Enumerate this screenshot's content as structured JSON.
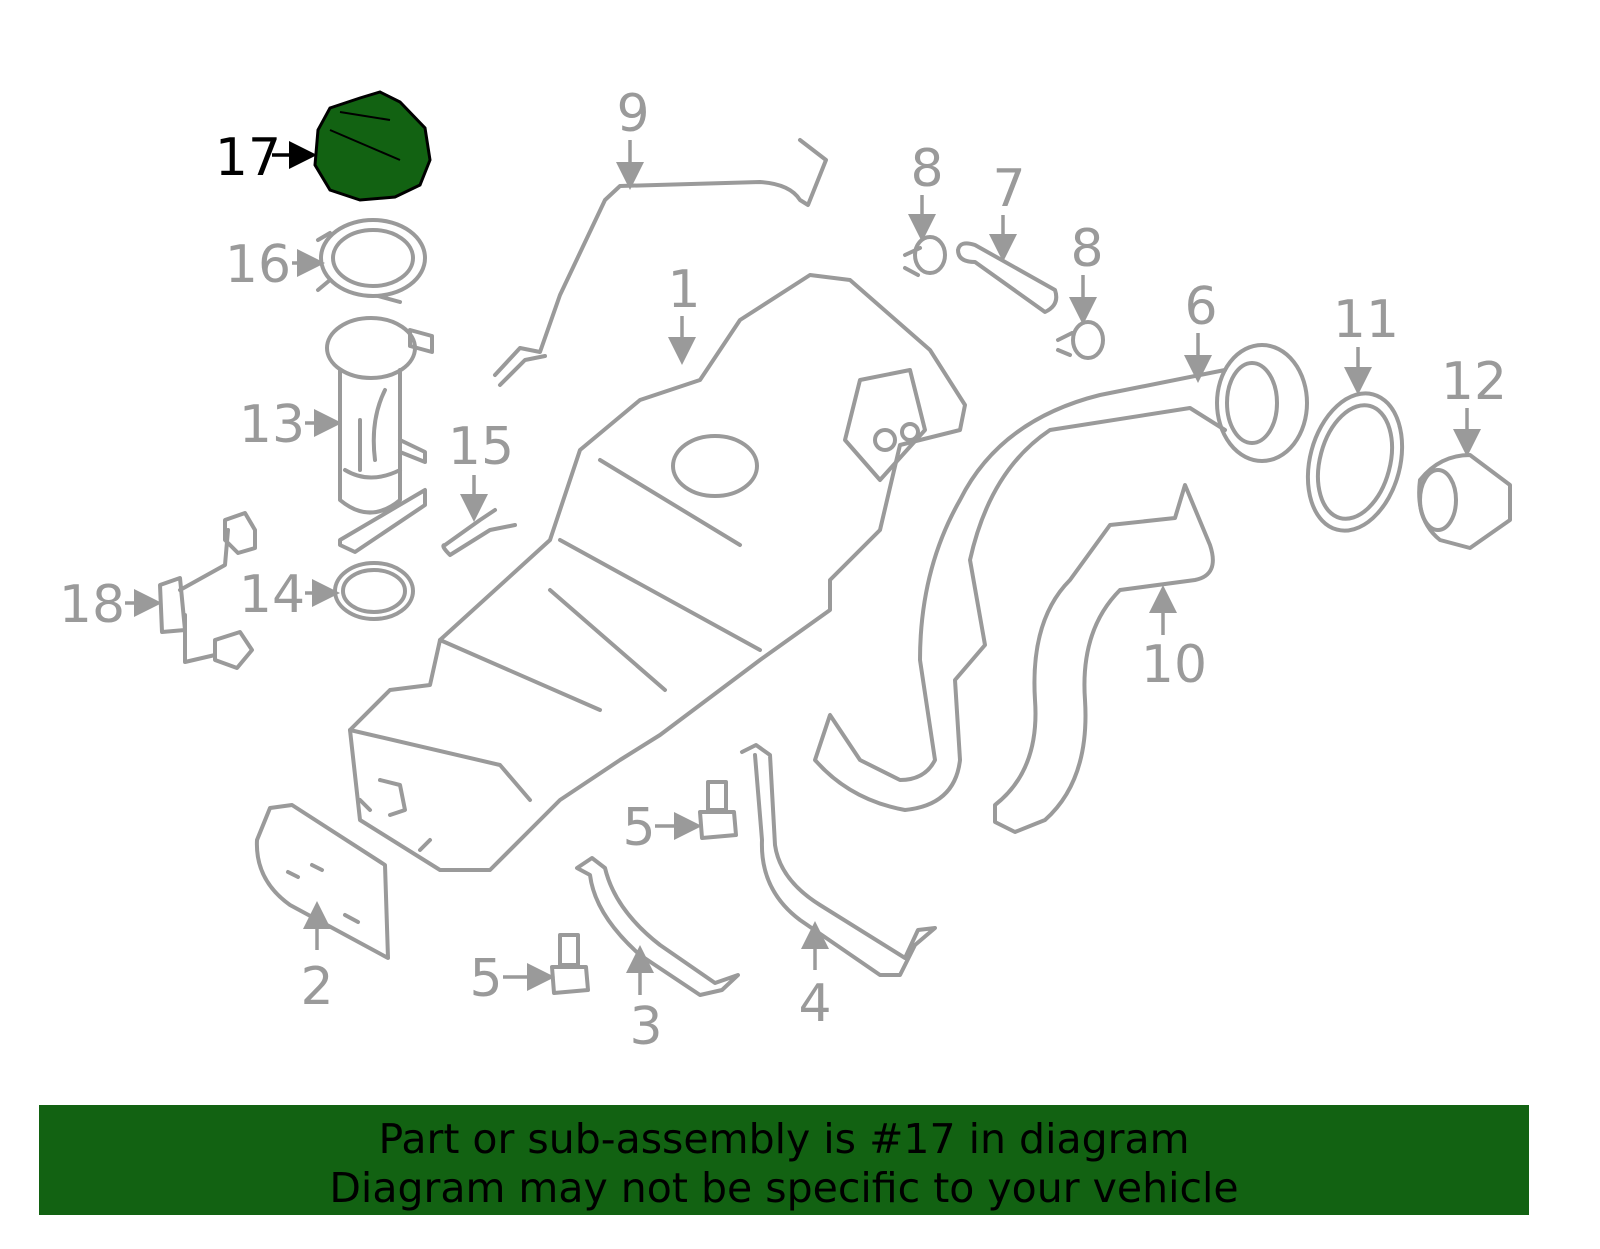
{
  "highlight_color": "#126212",
  "line_color": "#9a9a9a",
  "highlighted_part": "17",
  "callouts": [
    {
      "id": "17",
      "highlighted": true
    },
    {
      "id": "16"
    },
    {
      "id": "13"
    },
    {
      "id": "15"
    },
    {
      "id": "18"
    },
    {
      "id": "14"
    },
    {
      "id": "9"
    },
    {
      "id": "1"
    },
    {
      "id": "8"
    },
    {
      "id": "7"
    },
    {
      "id": "8"
    },
    {
      "id": "6"
    },
    {
      "id": "11"
    },
    {
      "id": "12"
    },
    {
      "id": "10"
    },
    {
      "id": "2"
    },
    {
      "id": "3"
    },
    {
      "id": "4"
    },
    {
      "id": "5"
    },
    {
      "id": "5"
    }
  ],
  "banner": {
    "line1": "Part or sub-assembly is #17 in diagram",
    "line2": "Diagram may not be specific to your vehicle"
  }
}
